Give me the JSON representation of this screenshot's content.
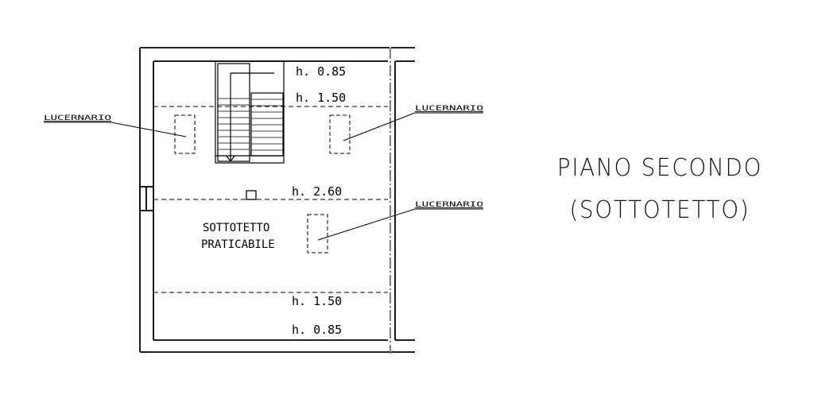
{
  "floor_plan": {
    "skylight_label": "LUCERNARIO",
    "heights": {
      "h_0_85_top": "h. 0.85",
      "h_1_50_top": "h. 1.50",
      "h_2_60": "h. 2.60",
      "h_1_50_bottom": "h. 1.50",
      "h_0_85_bottom": "h. 0.85"
    },
    "room_label_line1": "SOTTOTETTO",
    "room_label_line2": "PRATICABILE"
  },
  "title": {
    "line1": "PIANO SECONDO",
    "line2": "(SOTTOTETTO)"
  }
}
